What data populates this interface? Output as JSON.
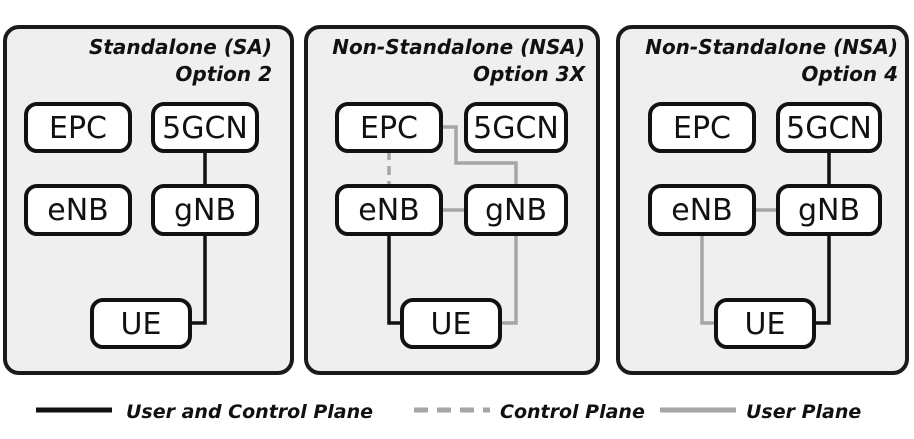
{
  "panels": [
    {
      "title_line1": "Standalone (SA)",
      "title_line2": "Option 2",
      "nodes": {
        "epc": "EPC",
        "5gcn": "5GCN",
        "enb": "eNB",
        "gnb": "gNB",
        "ue": "UE"
      }
    },
    {
      "title_line1": "Non-Standalone (NSA)",
      "title_line2": "Option 3X",
      "nodes": {
        "epc": "EPC",
        "5gcn": "5GCN",
        "enb": "eNB",
        "gnb": "gNB",
        "ue": "UE"
      }
    },
    {
      "title_line1": "Non-Standalone (NSA)",
      "title_line2": "Option 4",
      "nodes": {
        "epc": "EPC",
        "5gcn": "5GCN",
        "enb": "eNB",
        "gnb": "gNB",
        "ue": "UE"
      }
    }
  ],
  "legend": {
    "user_and_control_plane": "User and Control Plane",
    "control_plane": "Control Plane",
    "user_plane": "User Plane"
  },
  "colors": {
    "user_and_control_plane": "#111111",
    "control_plane": "#a6a6a6",
    "user_plane": "#a6a6a6",
    "panel_fill": "#efefef"
  }
}
